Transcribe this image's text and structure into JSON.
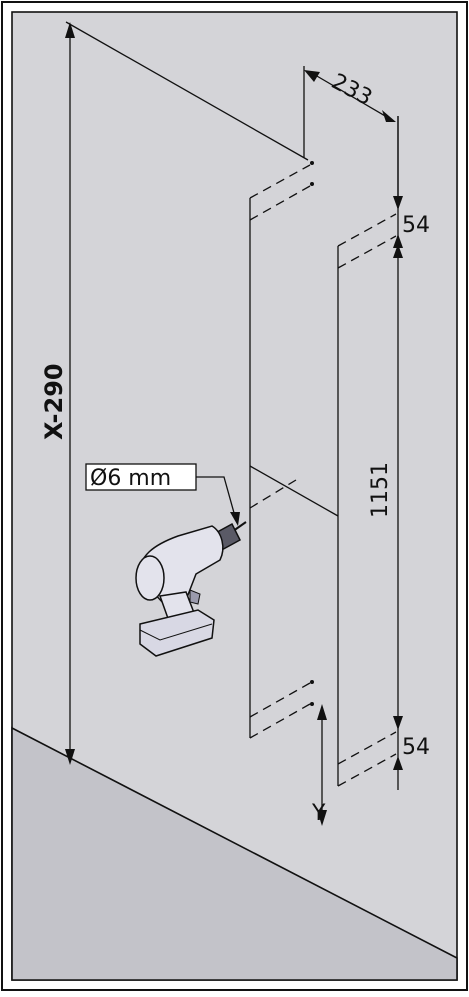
{
  "labels": {
    "height_label": "X-290",
    "bracket_spacing": "233",
    "top_offset": "54",
    "rail_length": "1151",
    "bottom_offset": "54",
    "floor_offset": "Y",
    "drill_bit": "Ø6 mm"
  },
  "colors": {
    "wall": "#d4d4d8",
    "floor": "#c3c3c9",
    "line": "#111111",
    "drill_body": "#e3e3ec",
    "drill_shadow": "#9a9aac"
  },
  "icons": {
    "drill": "cordless-drill-icon"
  }
}
